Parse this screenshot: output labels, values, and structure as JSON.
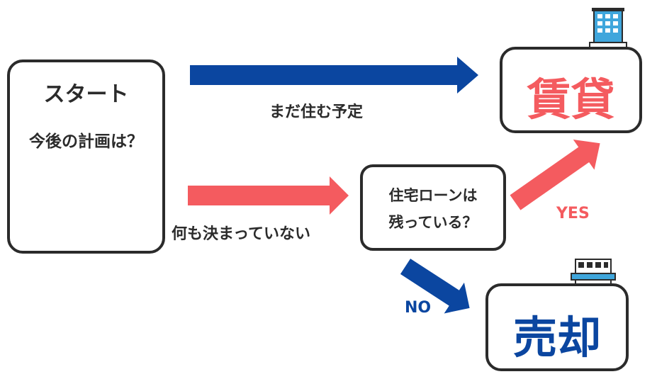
{
  "start": {
    "title": "スタート",
    "question": "今後の計画は？"
  },
  "question_box": {
    "line1": "住宅ローンは",
    "line2": "残っている？"
  },
  "labels": {
    "stay": "まだ住む予定",
    "undecided": "何も決まっていない",
    "yes": "YES",
    "no": "NO"
  },
  "results": {
    "rent": "賃貸",
    "sell": "売却"
  },
  "icons": {
    "thinking": "thinking-man-icon",
    "thought_bubble": "thought-bubble-icon",
    "office_building": "office-building-icon",
    "store_building": "store-building-icon"
  },
  "colors": {
    "blue": "#0b46a0",
    "red": "#f45b5f",
    "border": "#2b2b2b",
    "building": "#3fa6dc"
  }
}
